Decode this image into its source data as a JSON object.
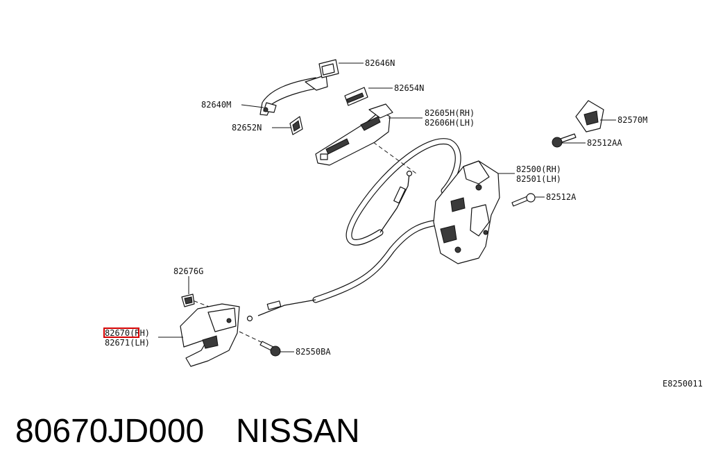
{
  "callouts": {
    "c82646N": "82646N",
    "c82654N": "82654N",
    "c82640M": "82640M",
    "c82652N": "82652N",
    "c82605H": "82605H(RH)",
    "c82606H": "82606H(LH)",
    "c82570M": "82570M",
    "c82512AA": "82512AA",
    "c82500": "82500(RH)",
    "c82501": "82501(LH)",
    "c82512A": "82512A",
    "c82676G": "82676G",
    "c82670": "82670(RH)",
    "c82671": "82671(LH)",
    "c82550BA": "82550BA"
  },
  "diagram_code": "E8250011",
  "footer": {
    "part_number": "80670JD000",
    "brand": "NISSAN"
  },
  "highlight_color": "#d40000"
}
